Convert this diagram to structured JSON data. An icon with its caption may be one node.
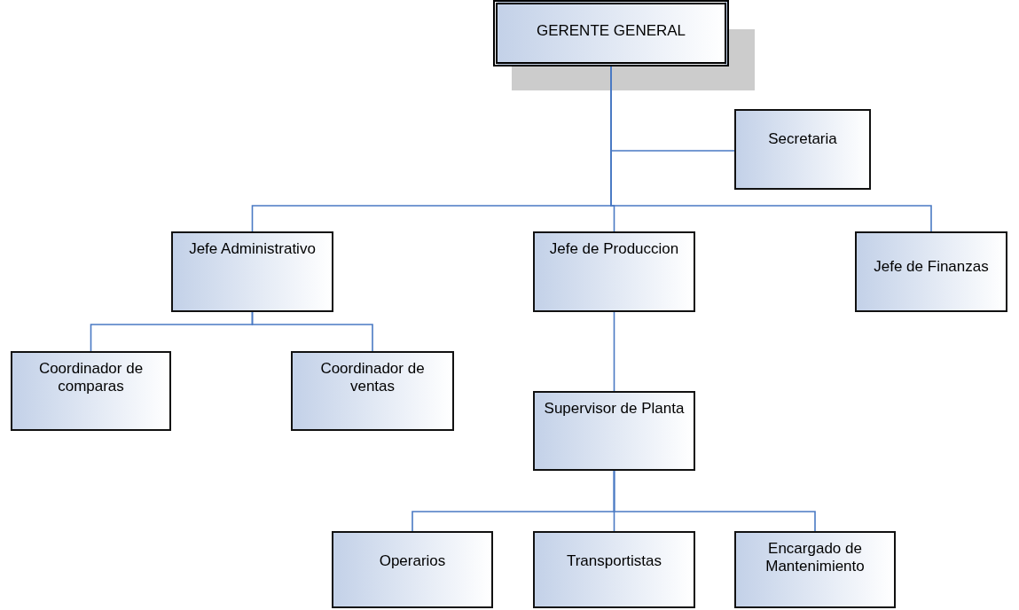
{
  "diagram": {
    "nodes": [
      {
        "text": [
          "GERENTE GENERAL"
        ]
      },
      {
        "text": [
          "Secretaria"
        ]
      },
      {
        "text": [
          "Jefe Administrativo"
        ]
      },
      {
        "text": [
          "Jefe de Produccion"
        ]
      },
      {
        "text": [
          "Jefe de Finanzas"
        ]
      },
      {
        "text": [
          "Coordinador de comparas"
        ]
      },
      {
        "text": [
          "Coordinador de ventas"
        ]
      },
      {
        "text": [
          "Supervisor de Planta"
        ]
      },
      {
        "text": [
          "Operarios"
        ]
      },
      {
        "text": [
          "Transportistas"
        ]
      },
      {
        "text": [
          "Encargado de Mantenimiento"
        ]
      }
    ],
    "edges": [
      {
        "from": 0,
        "to": 1,
        "arrow": "none"
      },
      {
        "from": 0,
        "to": 2,
        "arrow": "none"
      },
      {
        "from": 0,
        "to": 3,
        "arrow": "none"
      },
      {
        "from": 0,
        "to": 4,
        "arrow": "none"
      },
      {
        "from": 2,
        "to": 5,
        "arrow": "none"
      },
      {
        "from": 2,
        "to": 6,
        "arrow": "none"
      },
      {
        "from": 3,
        "to": 7,
        "arrow": "none"
      },
      {
        "from": 7,
        "to": 8,
        "arrow": "none"
      },
      {
        "from": 7,
        "to": 9,
        "arrow": "none"
      },
      {
        "from": 7,
        "to": 10,
        "arrow": "none"
      }
    ]
  }
}
